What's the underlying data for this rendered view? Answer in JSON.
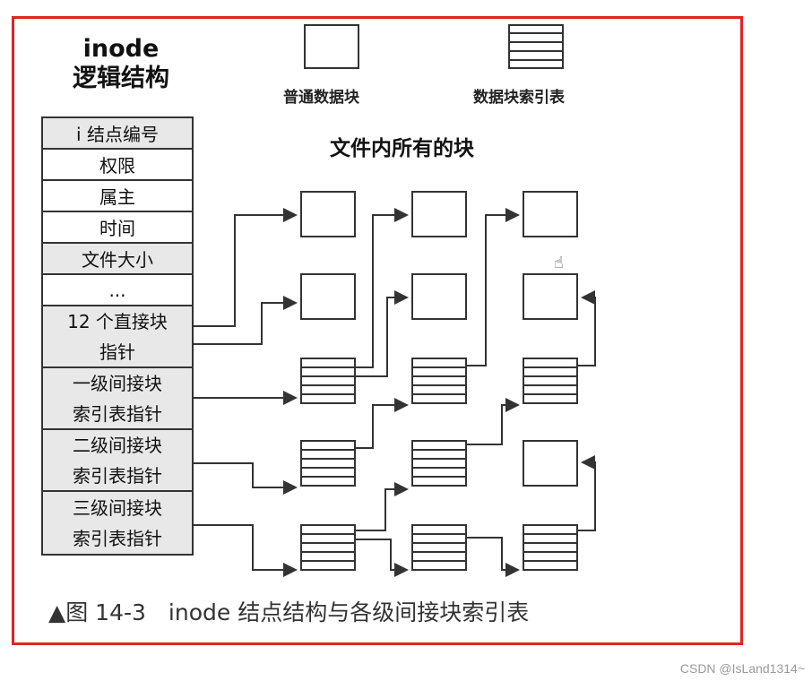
{
  "title": {
    "line1": "inode",
    "line2": "逻辑结构"
  },
  "legend": {
    "normal_block": "普通数据块",
    "index_block": "数据块索引表"
  },
  "section_title": "文件内所有的块",
  "inode_fields": [
    {
      "text": "i 结点编号"
    },
    {
      "text": "权限"
    },
    {
      "text": "属主"
    },
    {
      "text": "时间"
    },
    {
      "text": "文件大小"
    },
    {
      "text": "..."
    },
    {
      "line1": "12 个直接块",
      "line2": "指针"
    },
    {
      "line1": "一级间接块",
      "line2": "索引表指针"
    },
    {
      "line1": "二级间接块",
      "line2": "索引表指针"
    },
    {
      "line1": "三级间接块",
      "line2": "索引表指针"
    }
  ],
  "caption": "▲图 14-3　inode 结点结构与各级间接块索引表",
  "watermark": "CSDN @IsLand1314~",
  "colors": {
    "frame": "#e02424",
    "cell_gray": "#e8e8e8",
    "line": "#333333"
  }
}
